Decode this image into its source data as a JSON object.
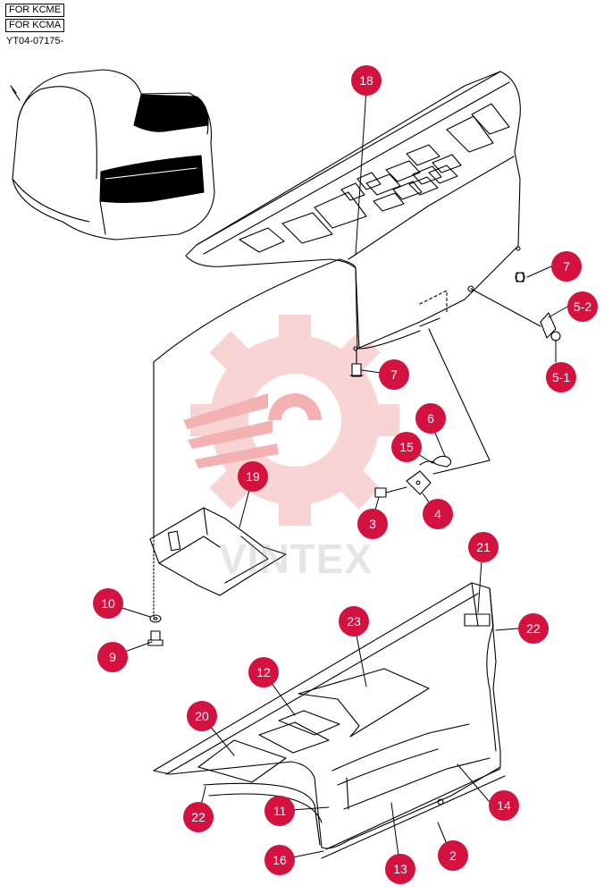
{
  "header": {
    "label_1": "FOR KCME",
    "label_2": "FOR KCMA",
    "code": "YT04-07175-"
  },
  "watermark": {
    "text": "VINTEX",
    "color": "#f6c6c6"
  },
  "accent_color": "#d3123f",
  "callouts": [
    {
      "id": "18"
    },
    {
      "id": "7"
    },
    {
      "id": "5-2"
    },
    {
      "id": "7"
    },
    {
      "id": "5-1"
    },
    {
      "id": "6"
    },
    {
      "id": "15"
    },
    {
      "id": "19"
    },
    {
      "id": "3"
    },
    {
      "id": "4"
    },
    {
      "id": "21"
    },
    {
      "id": "10"
    },
    {
      "id": "22"
    },
    {
      "id": "23"
    },
    {
      "id": "9"
    },
    {
      "id": "12"
    },
    {
      "id": "20"
    },
    {
      "id": "14"
    },
    {
      "id": "22"
    },
    {
      "id": "11"
    },
    {
      "id": "2"
    },
    {
      "id": "16"
    },
    {
      "id": "13"
    }
  ]
}
